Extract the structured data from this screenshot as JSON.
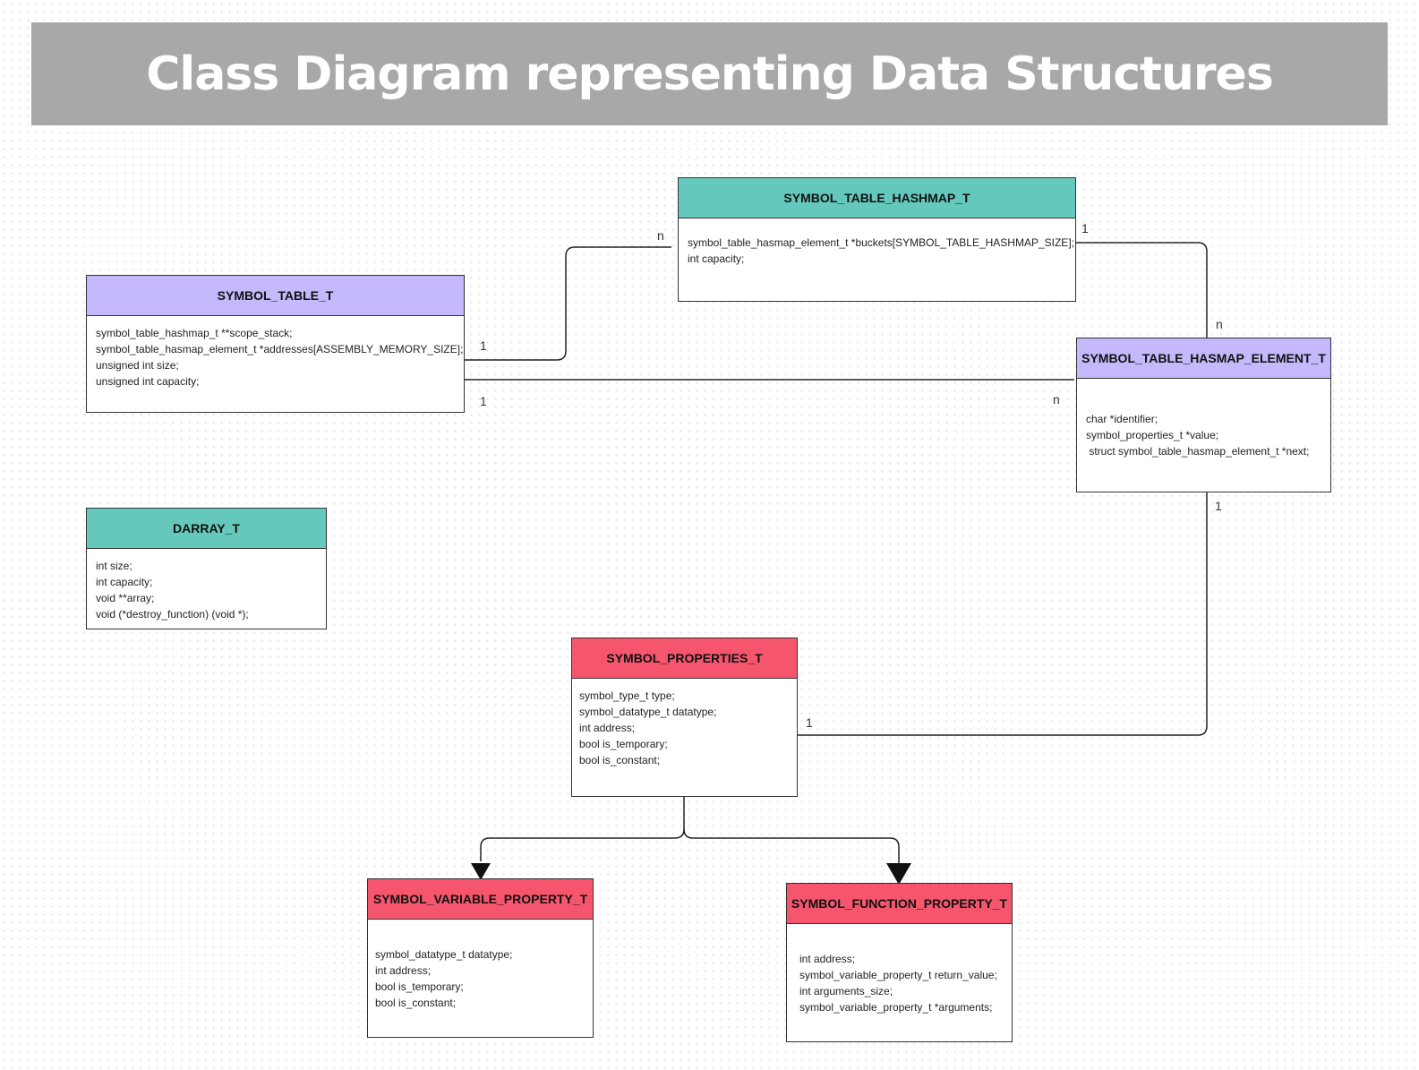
{
  "title": "Class Diagram representing Data Structures",
  "colors": {
    "banner": "#a8a8a8",
    "lavender": "#c5b8fb",
    "teal": "#65c8bc",
    "red": "#f6566d"
  },
  "classes": [
    {
      "id": "symbol_table_t",
      "name": "SYMBOL_TABLE_T",
      "color": "#c5b8fb",
      "fields": [
        "symbol_table_hashmap_t **scope_stack;",
        "symbol_table_hasmap_element_t *addresses[ASSEMBLY_MEMORY_SIZE];",
        "unsigned int size;",
        "unsigned int capacity;"
      ]
    },
    {
      "id": "symbol_table_hashmap_t",
      "name": "SYMBOL_TABLE_HASHMAP_T",
      "color": "#65c8bc",
      "fields": [
        "symbol_table_hasmap_element_t *buckets[SYMBOL_TABLE_HASHMAP_SIZE];",
        "int capacity;"
      ]
    },
    {
      "id": "symbol_table_hasmap_element_t",
      "name": "SYMBOL_TABLE_HASMAP_ELEMENT_T",
      "color": "#c5b8fb",
      "fields": [
        "char *identifier;",
        "symbol_properties_t *value;",
        " struct symbol_table_hasmap_element_t *next;"
      ]
    },
    {
      "id": "darray_t",
      "name": "DARRAY_T",
      "color": "#65c8bc",
      "fields": [
        "int size;",
        "int capacity;",
        "void **array;",
        "void (*destroy_function) (void *);"
      ]
    },
    {
      "id": "symbol_properties_t",
      "name": "SYMBOL_PROPERTIES_T",
      "color": "#f6566d",
      "fields": [
        "symbol_type_t type;",
        "symbol_datatype_t datatype;",
        "int address;",
        "bool is_temporary;",
        "bool is_constant;"
      ]
    },
    {
      "id": "symbol_variable_property_t",
      "name": "SYMBOL_VARIABLE_PROPERTY_T",
      "color": "#f6566d",
      "fields": [
        "symbol_datatype_t datatype;",
        "int address;",
        "bool is_temporary;",
        "bool is_constant;"
      ]
    },
    {
      "id": "symbol_function_property_t",
      "name": "SYMBOL_FUNCTION_PROPERTY_T",
      "color": "#f6566d",
      "fields": [
        "int address;",
        "symbol_variable_property_t return_value;",
        "int arguments_size;",
        "symbol_variable_property_t *arguments;"
      ]
    }
  ],
  "relations": [
    {
      "from": "symbol_table_t",
      "to": "symbol_table_hashmap_t",
      "from_mult": "1",
      "to_mult": "n"
    },
    {
      "from": "symbol_table_t",
      "to": "symbol_table_hasmap_element_t",
      "from_mult": "1",
      "to_mult": "n"
    },
    {
      "from": "symbol_table_hashmap_t",
      "to": "symbol_table_hasmap_element_t",
      "from_mult": "1",
      "to_mult": "n"
    },
    {
      "from": "symbol_table_hasmap_element_t",
      "to": "symbol_properties_t",
      "from_mult": "1",
      "to_mult": "1"
    },
    {
      "from": "symbol_properties_t",
      "to": "symbol_variable_property_t",
      "kind": "arrow"
    },
    {
      "from": "symbol_properties_t",
      "to": "symbol_function_property_t",
      "kind": "arrow"
    }
  ]
}
